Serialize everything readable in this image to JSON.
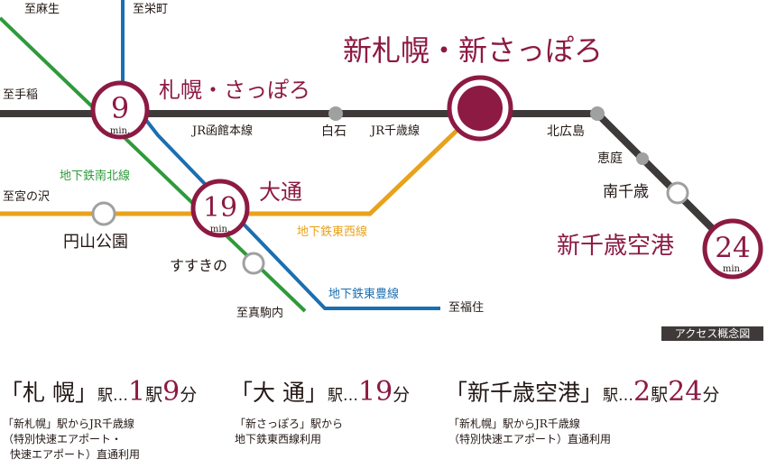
{
  "colors": {
    "jr": "#3e3a39",
    "namboku": "#2e9a3a",
    "toho": "#1a6fb0",
    "tozai": "#e8a21b",
    "accent": "#8c1a43",
    "minor_station": "#9fa0a0"
  },
  "directions": {
    "asabu": "至麻生",
    "sakaemachi": "至栄町",
    "teine": "至手稲",
    "miyanosawa": "至宮の沢",
    "makomanai": "至真駒内",
    "fukuzumi": "至福住"
  },
  "lines": {
    "jr_hakodate": "JR函館本線",
    "jr_chitose": "JR千歳線",
    "namboku": "地下鉄南北線",
    "tozai": "地下鉄東西線",
    "toho": "地下鉄東豊線"
  },
  "stations": {
    "sapporo": "札幌・さっぽろ",
    "odori": "大通",
    "shin_sapporo": "新札幌・新さっぽろ",
    "shiroishi": "白石",
    "kitahiroshima": "北広島",
    "eniwa": "恵庭",
    "minami_chitose": "南千歳",
    "new_chitose_airport": "新千歳空港",
    "maruyama_koen": "円山公園",
    "susukino": "すすきの"
  },
  "times": {
    "sapporo": {
      "num": "9",
      "unit": "min."
    },
    "odori": {
      "num": "19",
      "unit": "min."
    },
    "airport": {
      "num": "24",
      "unit": "min."
    }
  },
  "concept_label": "アクセス概念図",
  "summary": [
    {
      "open": "「",
      "name": "札 幌",
      "close": "」",
      "mid": "駅…",
      "a": "1",
      "a_unit": "駅",
      "b": "9",
      "b_unit": "分",
      "notes": [
        "「新札幌」駅からJR千歳線",
        "（特別快速エアポート・",
        "快速エアポート）直通利用"
      ]
    },
    {
      "open": "「",
      "name": "大 通",
      "close": "」",
      "mid": "駅…",
      "a": "",
      "a_unit": "",
      "b": "19",
      "b_unit": "分",
      "notes": [
        "「新さっぽろ」駅から",
        "地下鉄東西線利用"
      ]
    },
    {
      "open": "「",
      "name": "新千歳空港",
      "close": "」",
      "mid": "駅…",
      "a": "2",
      "a_unit": "駅",
      "b": "24",
      "b_unit": "分",
      "notes": [
        "「新札幌」駅からJR千歳線",
        "（特別快速エアポート）直通利用"
      ]
    }
  ]
}
